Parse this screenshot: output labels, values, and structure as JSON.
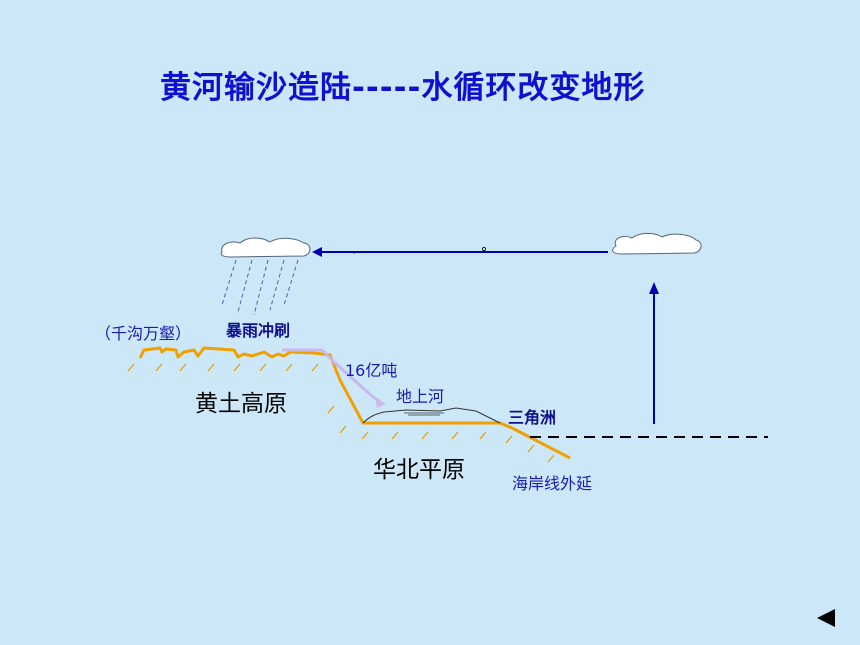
{
  "slide": {
    "title": "黄河输沙造陆-----水循环改变地形"
  },
  "labels": {
    "gullies": "（千沟万壑）",
    "rainstorm": "暴雨冲刷",
    "sediment": "16亿吨",
    "loess_plateau": "黄土高原",
    "elevated_river": "地上河",
    "delta": "三角洲",
    "north_china_plain": "华北平原",
    "coastline_extension": "海岸线外延"
  },
  "colors": {
    "background": "#cce8f8",
    "title": "#1010d0",
    "terrain": "#f0a000",
    "arrow": "#0000b0",
    "flow_arrow": "#c8b8ee"
  },
  "icons": {
    "back": "triangle-left-icon"
  }
}
